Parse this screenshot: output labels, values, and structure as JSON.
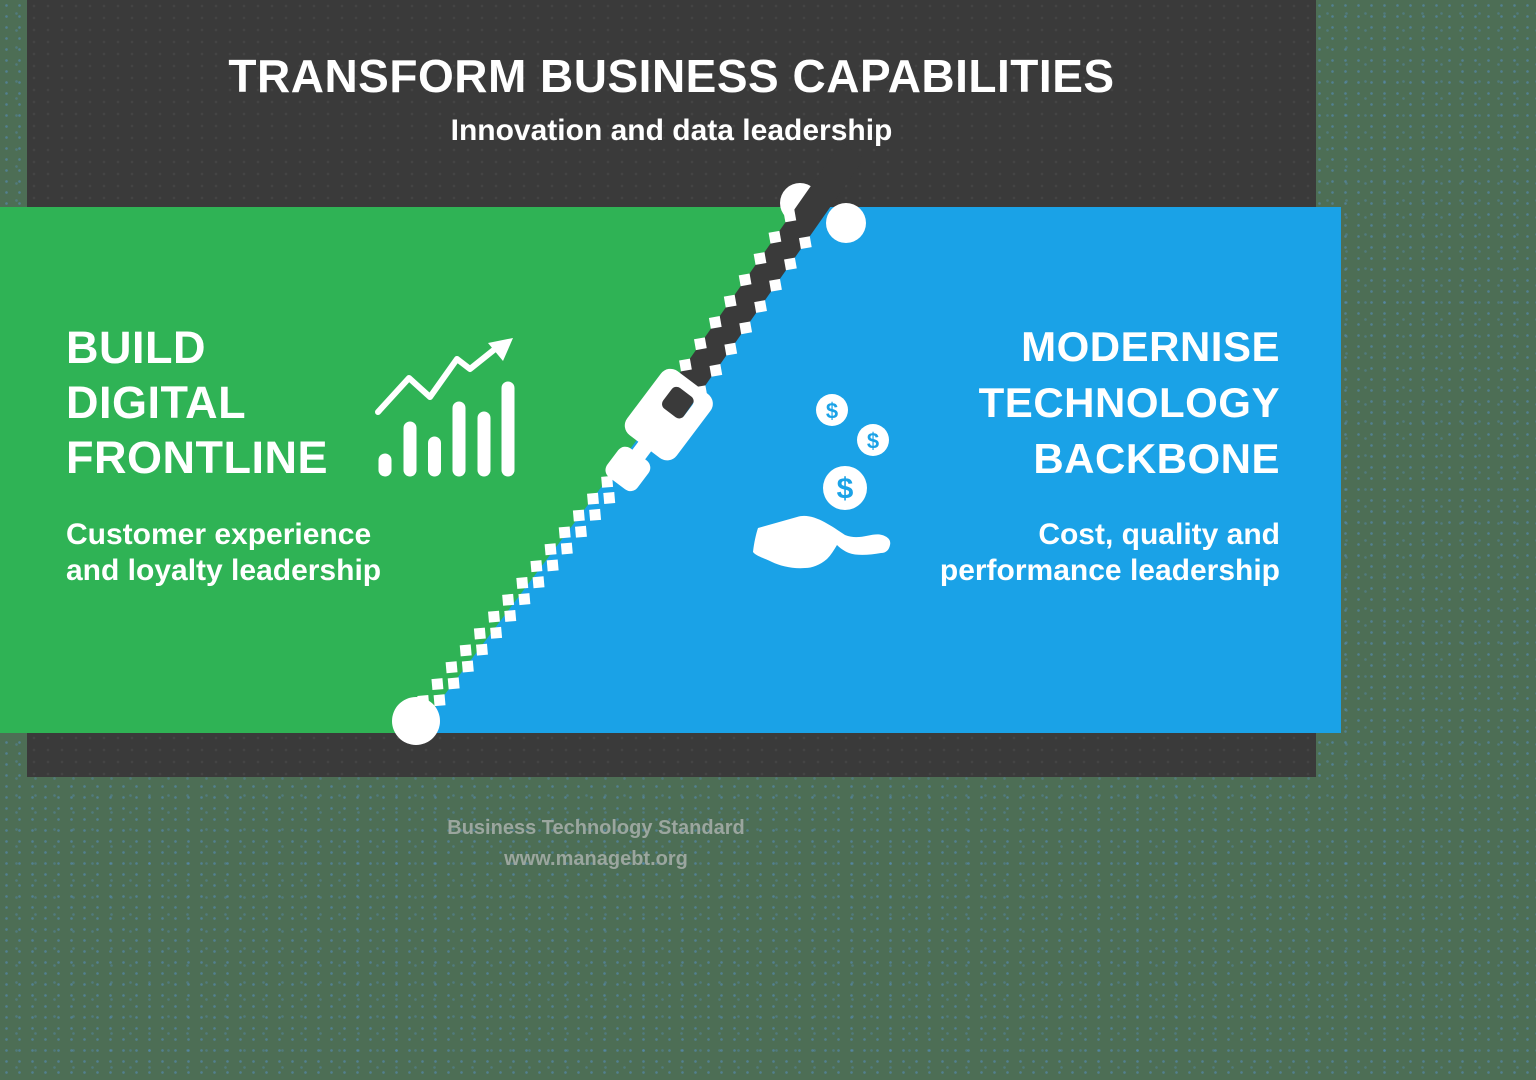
{
  "header": {
    "title": "TRANSFORM BUSINESS CAPABILITIES",
    "subtitle": "Innovation and data leadership"
  },
  "left_panel": {
    "heading_lines": [
      "BUILD",
      "DIGITAL",
      "FRONTLINE"
    ],
    "subtext_lines": [
      "Customer experience",
      "and loyalty leadership"
    ],
    "icon": "growth-chart-icon",
    "color": "#2fb355"
  },
  "right_panel": {
    "heading_lines": [
      "MODERNISE",
      "TECHNOLOGY",
      "BACKBONE"
    ],
    "subtext_lines": [
      "Cost, quality and",
      "performance leadership"
    ],
    "icon": "hand-coins-icon",
    "coin_symbol": "$",
    "color": "#1aa2e7"
  },
  "divider": {
    "type": "zipper-graphic",
    "description": "open zipper joining green and blue panels"
  },
  "footer": {
    "line1": "Business Technology Standard",
    "line2": "www.managebt.org"
  },
  "colors": {
    "card_background": "#3a3a3a",
    "page_background": "#4d6e55",
    "text": "#ffffff",
    "footer_text": "#9ba69e"
  }
}
